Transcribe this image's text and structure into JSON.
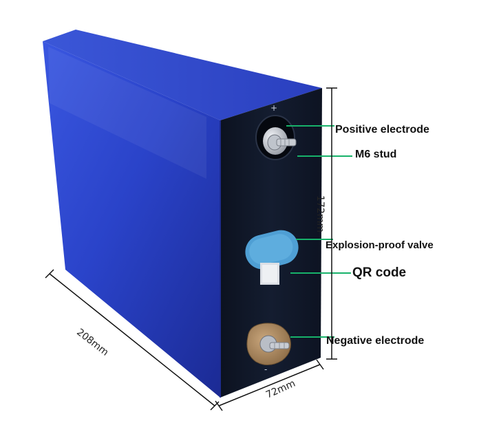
{
  "labels": {
    "positive": "Positive electrode",
    "stud": "M6 stud",
    "valve": "Explosion-proof valve",
    "qr": "QR code",
    "negative": "Negative electrode"
  },
  "dimensions": {
    "length": "208mm",
    "width": "72mm",
    "height": "172mm"
  },
  "terminal_signs": {
    "plus": "+",
    "minus": "-"
  },
  "colors": {
    "casing_blue": "#2a41c8",
    "face_dark": "#101827",
    "callout_green": "#17b26a",
    "valve_blue": "#56a9dd",
    "negative_terminal": "#a4825c"
  },
  "icons": [
    "battery-cell-illustration",
    "positive-terminal-icon",
    "negative-terminal-icon",
    "explosion-valve-icon",
    "qr-code-icon"
  ]
}
